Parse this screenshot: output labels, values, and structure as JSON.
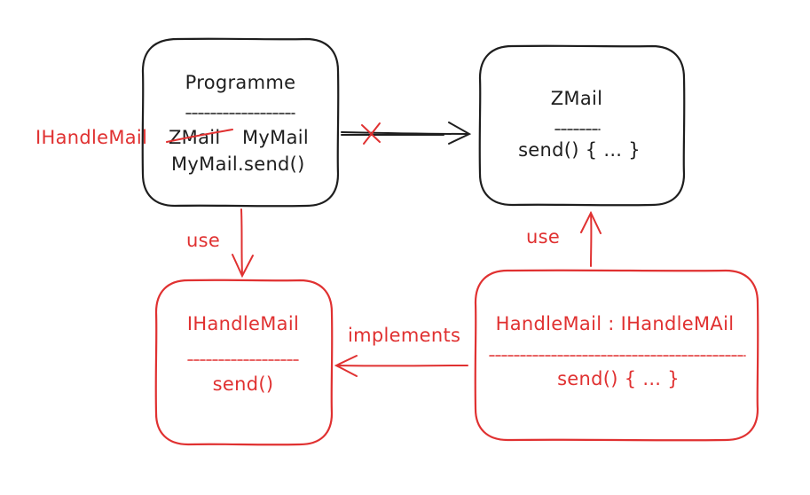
{
  "programme": {
    "title": "Programme",
    "old_type": "ZMail",
    "new_type": "MyMail",
    "call": "MyMail.send()",
    "interface_annotation": "IHandleMail"
  },
  "zmail": {
    "title": "ZMail",
    "method": "send() { ... }"
  },
  "ihandlemail": {
    "title": "IHandleMail",
    "method": "send()"
  },
  "handlemail": {
    "title": "HandleMail : IHandleMAil",
    "method": "send() { ... }"
  },
  "edges": {
    "programme_to_interface": "use",
    "adapter_to_zmail": "use",
    "adapter_to_interface": "implements"
  },
  "colors": {
    "ink": "#1e1e1e",
    "accent": "#e03131"
  }
}
